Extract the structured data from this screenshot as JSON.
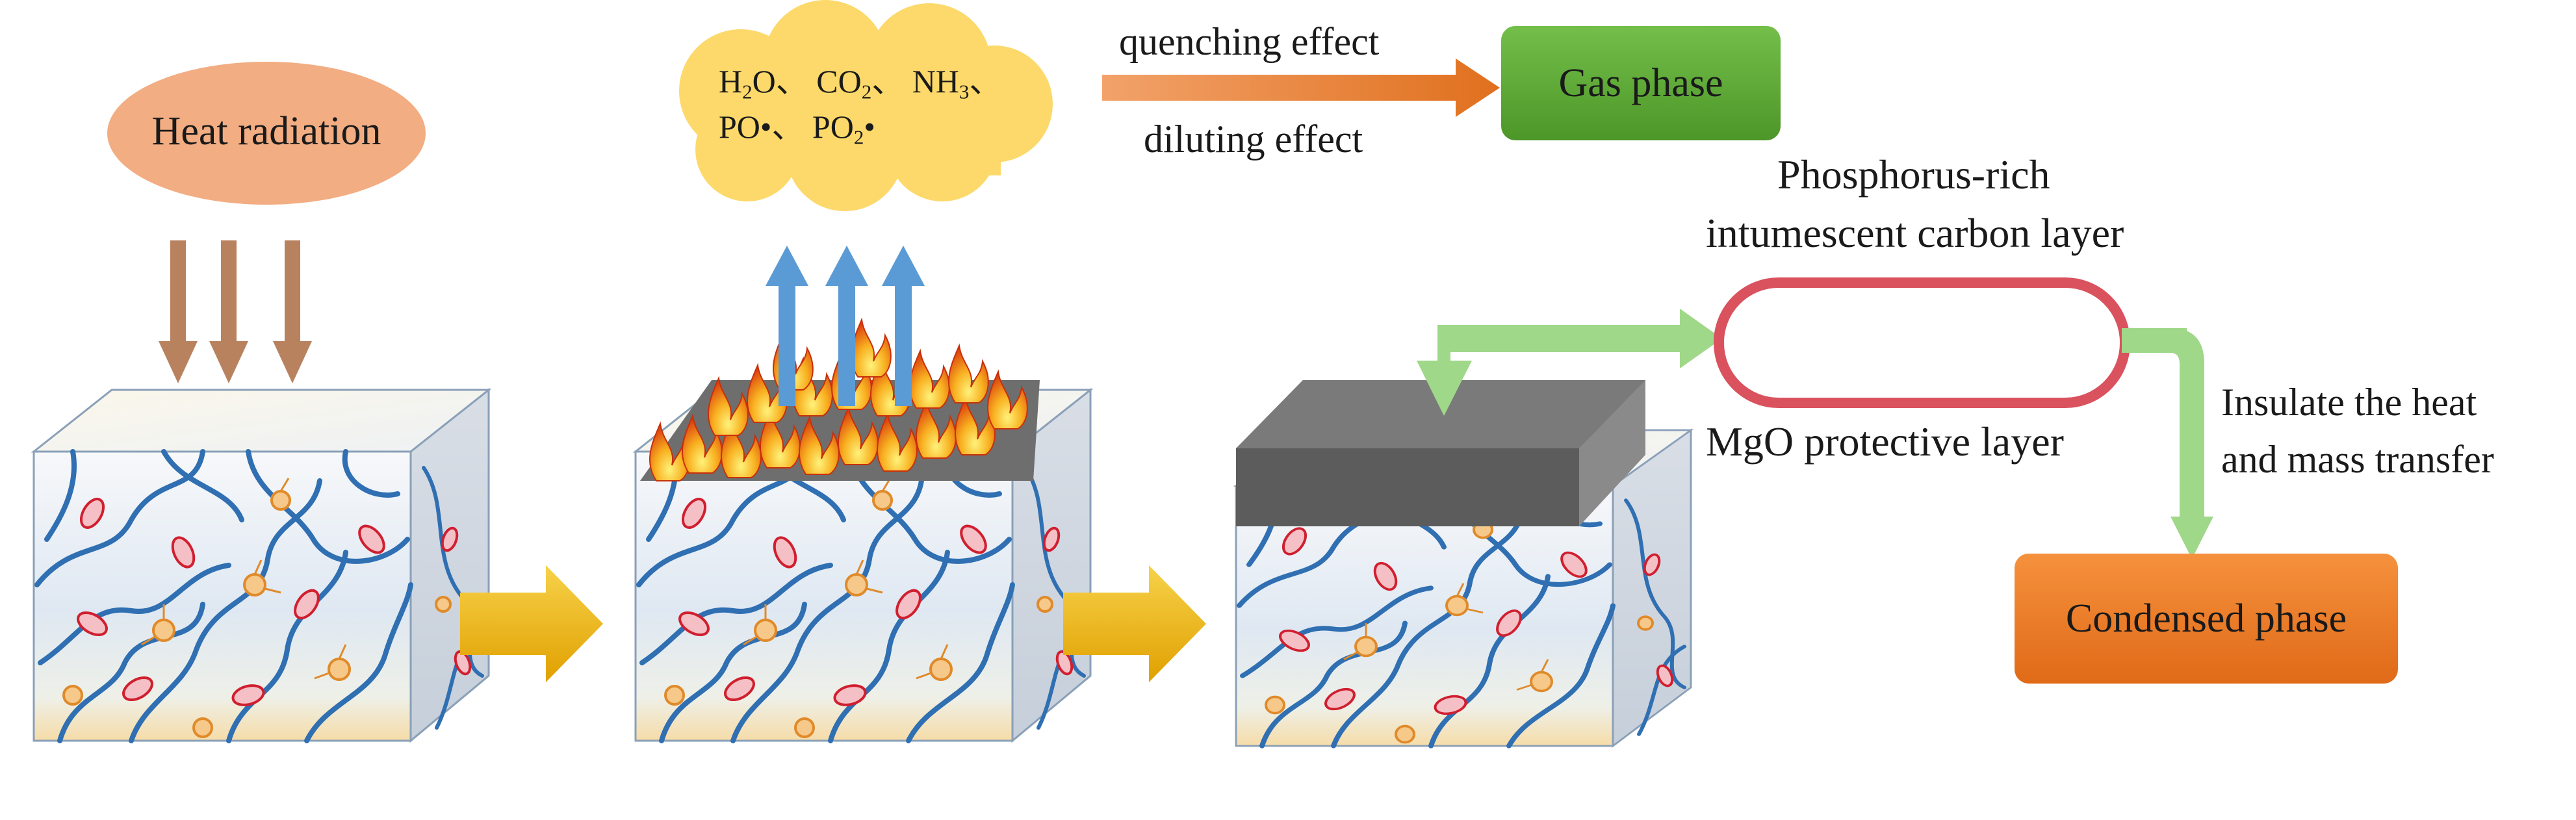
{
  "heat_radiation": {
    "label": "Heat radiation"
  },
  "gas_cloud": {
    "species": [
      {
        "base": "H",
        "sub": "2",
        "tail": "O",
        "sep": "、"
      },
      {
        "base": "CO",
        "sub": "2",
        "tail": "",
        "sep": "、"
      },
      {
        "base": "NH",
        "sub": "3",
        "tail": "",
        "sep": "、"
      },
      {
        "base": "PO•",
        "sub": "",
        "tail": "",
        "sep": "、"
      },
      {
        "base": "PO",
        "sub": "2",
        "tail": "•",
        "sep": ""
      }
    ]
  },
  "effects": {
    "quenching": "quenching effect",
    "diluting": "diluting effect"
  },
  "gas_phase": {
    "label": "Gas phase",
    "color": "#5aa532"
  },
  "carbon_layer": {
    "line1": "Phosphorus-rich",
    "line2": "intumescent  carbon layer",
    "stroke": "#d9525e"
  },
  "mgo_layer": {
    "label": "MgO protective layer"
  },
  "insulate": {
    "line1": "Insulate the heat",
    "line2": "and mass transfer"
  },
  "condensed_phase": {
    "label": "Condensed phase",
    "color": "#ea7a23"
  },
  "colors": {
    "network": "#2f6fb2",
    "flame": "#f0a020",
    "flow_arrow": "#f0b400",
    "link_arrow": "#9fd888",
    "heat_arrow": "#b9825f",
    "up_arrow": "#5b9bd5"
  }
}
